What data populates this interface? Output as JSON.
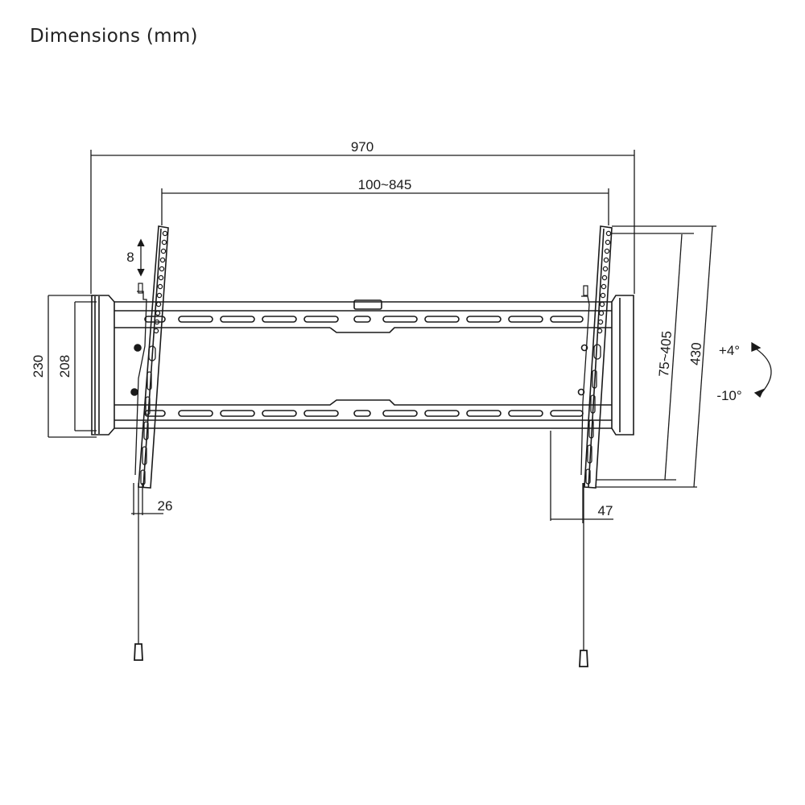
{
  "title": "Dimensions (mm)",
  "dimensions": {
    "overall_width": "970",
    "vesa_horizontal": "100~845",
    "height_outer": "230",
    "height_inner": "208",
    "vertical_adjust": "8",
    "vesa_vertical": "75~405",
    "bracket_height": "430",
    "depth_min": "26",
    "depth_max": "47",
    "tilt_up": "+4°",
    "tilt_down": "-10°"
  },
  "colors": {
    "line": "#1a1a1a",
    "background": "#ffffff"
  }
}
